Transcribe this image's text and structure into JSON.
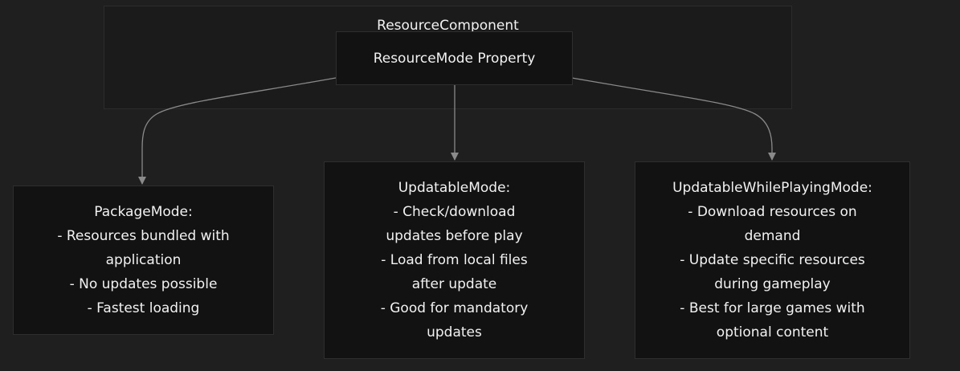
{
  "cluster": {
    "title": "ResourceComponent"
  },
  "root_node": {
    "label": "ResourceMode Property"
  },
  "nodes": [
    {
      "lines": [
        "PackageMode:",
        "- Resources bundled with",
        "application",
        "- No updates possible",
        "- Fastest loading"
      ]
    },
    {
      "lines": [
        "UpdatableMode:",
        "- Check/download",
        "updates before play",
        "- Load from local files",
        "after update",
        "- Good for mandatory",
        "updates"
      ]
    },
    {
      "lines": [
        "UpdatableWhilePlayingMode:",
        "- Download resources on",
        "demand",
        "- Update specific resources",
        "during gameplay",
        "- Best for large games with",
        "optional content"
      ]
    }
  ],
  "colors": {
    "background": "#1f1f1f",
    "cluster_fill": "#1b1b1b",
    "node_fill": "#121212",
    "edge": "#8a8a8a",
    "text": "#f2f2f2"
  }
}
